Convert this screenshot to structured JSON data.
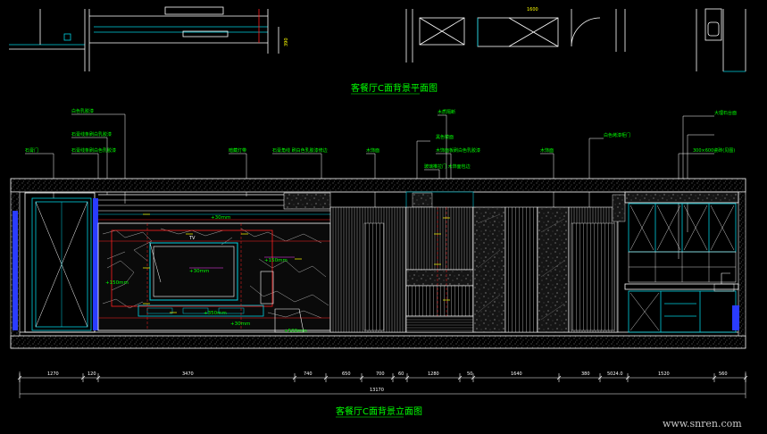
{
  "titles": {
    "plan": "客餐厅C面背景平面图",
    "elevation": "客餐厅C面背景立面图"
  },
  "plan_dims": {
    "height_390": "390",
    "cab_1600": "1600"
  },
  "callouts": {
    "c1": "白色乳胶漆",
    "c2": "石膏线条刷白乳胶漆",
    "c3": "石膏线条刷白色乳胶漆",
    "c4": "石膏门",
    "c5": "暗藏灯带",
    "c6": "石膏角线 刷白色乳胶漆修边",
    "c7": "木饰面",
    "c8": "木质隔断",
    "c9": "黑色镜面",
    "c10": "木饰面板刷白色乳胶漆",
    "c11": "玻璃推拉门 木饰面包边",
    "c12": "木饰面",
    "c13": "白色烤漆柜门",
    "c14": "大理石台面",
    "c15": "300×600瓷砖(见图)"
  },
  "annotations": {
    "a_30mm_top": "+30mm",
    "a_150mm_left": "+150mm",
    "a_30mm_mid": "+30mm",
    "a_150mm_right": "+150mm",
    "a_350mm": "+350mm",
    "a_30mm_low": "+30mm",
    "a_500mm": "+500mm",
    "tv_label": "TV"
  },
  "dimensions": {
    "segments": [
      "1270",
      "120",
      "3470",
      "740",
      "650",
      "700",
      "60",
      "1280",
      "50",
      "1640",
      "380",
      "5024.0",
      "1520",
      "560"
    ],
    "total": "13170"
  },
  "watermark": "www.snren.com",
  "colors": {
    "bg": "#000000",
    "wall": "#ffffff",
    "accent_green": "#00ff00",
    "cyan": "#00d0e0",
    "red": "#ff2020",
    "yellow": "#ffff00",
    "blue": "#2a3cff",
    "magenta": "#ff40ff"
  }
}
